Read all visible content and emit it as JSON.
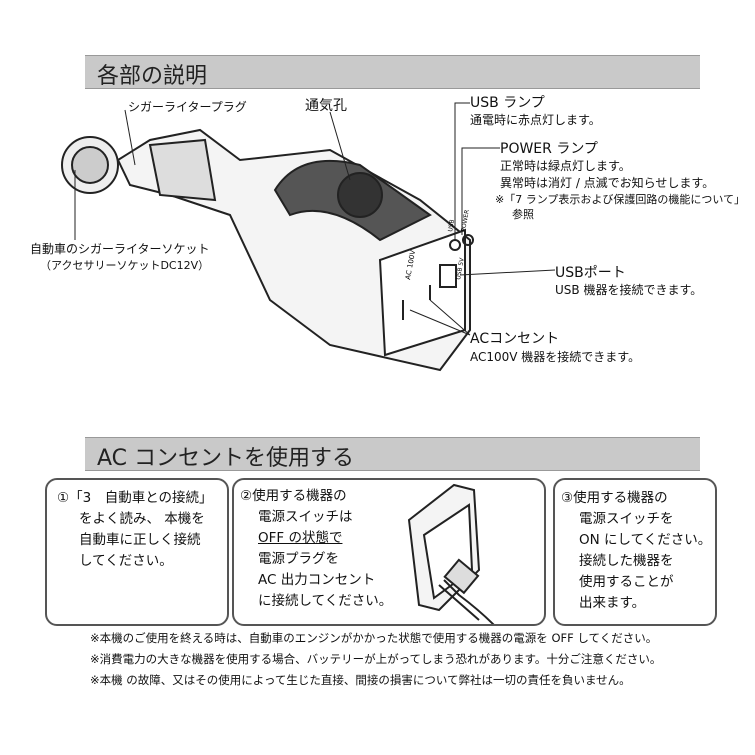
{
  "section1": {
    "title": "各部の説明"
  },
  "labels": {
    "plug": "シガーライタープラグ",
    "vent": "通気孔",
    "usb_lamp": "USB ランプ",
    "usb_lamp_desc": "通電時に赤点灯します。",
    "power_lamp": "POWER ランプ",
    "power_desc1": "正常時は緑点灯します。",
    "power_desc2": "異常時は消灯 / 点滅でお知らせします。",
    "power_note": "※「7 ランプ表示および保護回路の機能について」",
    "power_note2": "参照",
    "socket": "自動車のシガーライターソケット",
    "socket_sub": "（アクセサリーソケットDC12V）",
    "usb_port": "USBポート",
    "usb_port_desc": "USB 機器を接続できます。",
    "ac": "ACコンセント",
    "ac_desc": "AC100V 機器を接続できます。"
  },
  "device": {
    "ac100v": "AC 100V",
    "usb": "USB",
    "power": "POWER",
    "usb5v": "USB 5V"
  },
  "section2": {
    "title": "AC コンセントを使用する"
  },
  "steps": [
    {
      "lines": [
        "①「3　自動車との接続」",
        "をよく読み、 本機を",
        "自動車に正しく接続",
        "してください。"
      ]
    },
    {
      "lines": [
        "②使用する機器の",
        "電源スイッチは",
        "OFF の状態で",
        "電源プラグを",
        "AC 出力コンセント",
        "に接続してください。"
      ]
    },
    {
      "lines": [
        "③使用する機器の",
        "電源スイッチを",
        "ON にしてください。",
        "接続した機器を",
        "使用することが",
        "出来ます。"
      ]
    }
  ],
  "notes": [
    "※本機のご使用を終える時は、自動車のエンジンがかかった状態で使用する機器の電源を OFF してください。",
    "※消費電力の大きな機器を使用する場合、バッテリーが上がってしまう恐れがあります。十分ご注意ください。",
    "※本機 の故障、又はその使用によって生じた直接、間接の損害について弊社は一切の責任を負いません。"
  ]
}
